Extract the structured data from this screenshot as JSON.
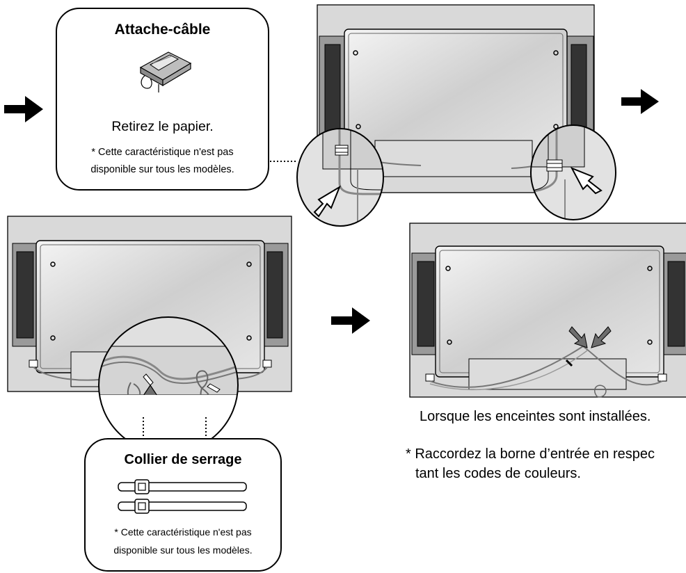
{
  "cable_holder": {
    "title": "Attache-câble",
    "instruction": "Retirez le papier.",
    "note_line1": "* Cette caractéristique n'est pas",
    "note_line2": "disponible sur tous les modèles."
  },
  "cable_tie": {
    "title": "Collier de serrage",
    "note_line1": "* Cette caractéristique n'est pas",
    "note_line2": "disponible sur tous les modèles."
  },
  "speakers_caption": "Lorsque les enceintes sont installées.",
  "color_note": {
    "line1": "* Raccordez la borne d’entrée en respec",
    "line2": "tant les codes de couleurs."
  },
  "icons": [
    "right-arrow-icon",
    "pointer-arrow-icon",
    "cable-holder-icon",
    "cable-tie-icon"
  ]
}
